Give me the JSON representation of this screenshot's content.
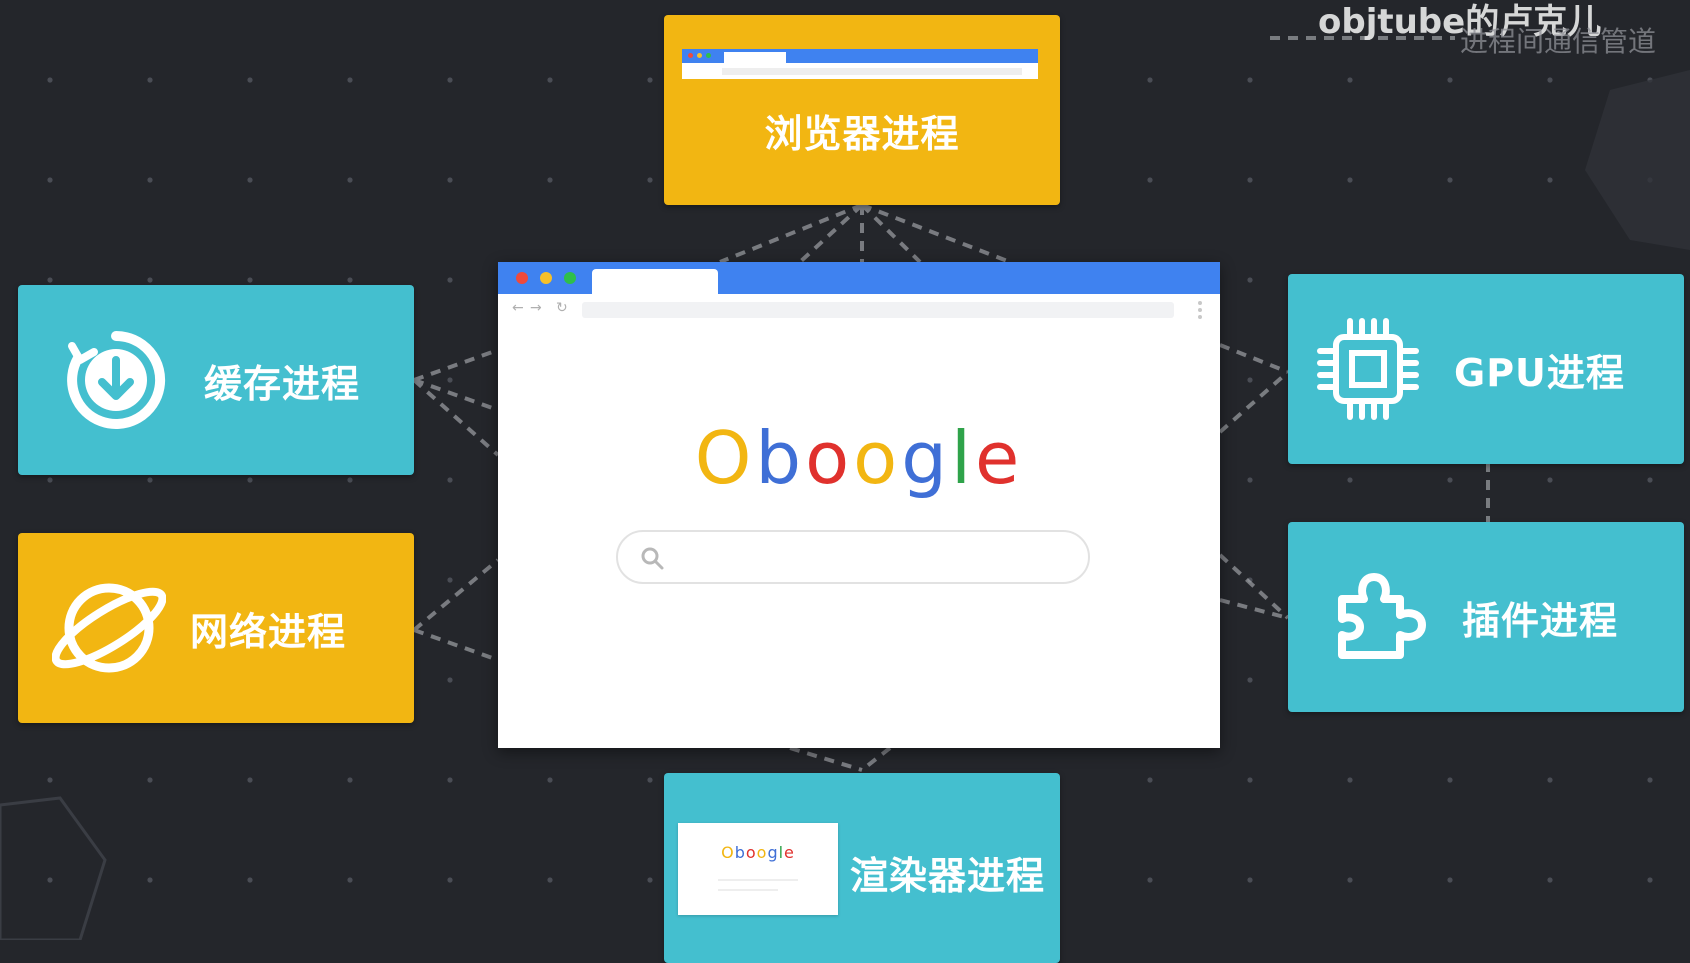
{
  "processes": {
    "browser": {
      "label": "浏览器进程",
      "color": "#f2b612"
    },
    "cache": {
      "label": "缓存进程",
      "color": "#44bfcf",
      "icon": "download-circle-icon"
    },
    "network": {
      "label": "网络进程",
      "color": "#f2b612",
      "icon": "planet-icon"
    },
    "gpu": {
      "label": "GPU进程",
      "color": "#44bfcf",
      "icon": "chip-icon"
    },
    "plugin": {
      "label": "插件进程",
      "color": "#44bfcf",
      "icon": "puzzle-icon"
    },
    "render": {
      "label": "渲染器进程",
      "color": "#44bfcf"
    }
  },
  "browser_window": {
    "logo": [
      "O",
      "b",
      "o",
      "o",
      "g",
      "l",
      "e"
    ],
    "logo_colors": [
      "#f2b612",
      "#3f6fd6",
      "#e0312d",
      "#f2b612",
      "#3f6fd6",
      "#2fa34a",
      "#e0312d"
    ],
    "titlebar_color": "#3f82f0",
    "window_dots": [
      "#ef4a3c",
      "#f6c029",
      "#2fbf4a"
    ]
  },
  "watermark": {
    "title": "objtube的卢克儿",
    "subtitle": "进程间通信管道"
  }
}
